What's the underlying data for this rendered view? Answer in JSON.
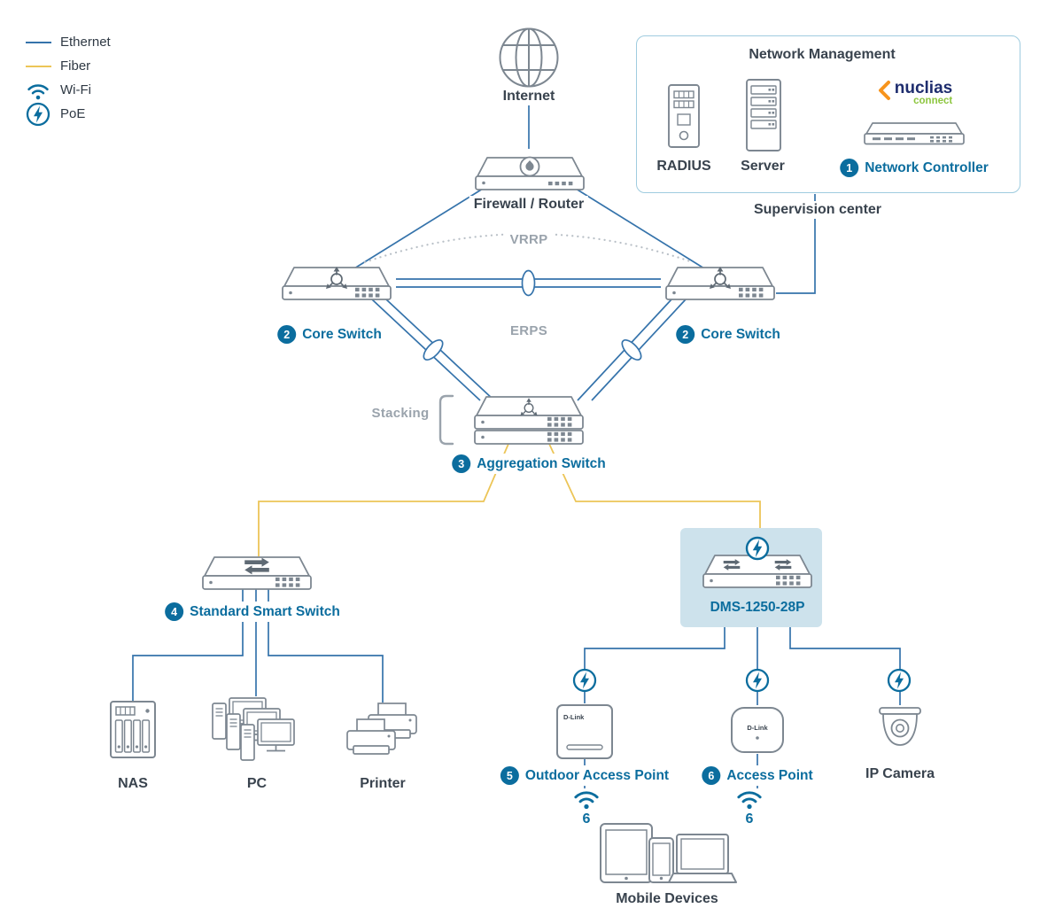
{
  "colors": {
    "ethernet": "#3573ab",
    "fiber": "#ecc557",
    "accent_blue": "#0b6d9e",
    "icon_gray": "#7d8791",
    "highlight_bg": "#cde2ec",
    "nuclias_navy": "#1e2d6e",
    "nuclias_orange": "#f7941d",
    "nuclias_green": "#8dc63f"
  },
  "legend": {
    "ethernet": "Ethernet",
    "fiber": "Fiber",
    "wifi": "Wi-Fi",
    "poe": "PoE"
  },
  "management": {
    "title": "Network Management",
    "radius_label": "RADIUS",
    "server_label": "Server",
    "controller_num": "1",
    "controller_label": "Network Controller",
    "caption": "Supervision center",
    "brand_name": "nuclias",
    "brand_sub": "connect"
  },
  "annotations": {
    "vrrp": "VRRP",
    "erps": "ERPS",
    "stacking": "Stacking"
  },
  "nodes": {
    "internet": "Internet",
    "firewall": "Firewall / Router",
    "core_left_num": "2",
    "core_left_label": "Core Switch",
    "core_right_num": "2",
    "core_right_label": "Core Switch",
    "agg_num": "3",
    "agg_label": "Aggregation Switch",
    "smart_num": "4",
    "smart_label": "Standard Smart Switch",
    "dms_label": "DMS-1250-28P",
    "nas": "NAS",
    "pc": "PC",
    "printer": "Printer",
    "outdoor_num": "5",
    "outdoor_label": "Outdoor Access Point",
    "ap_num": "6",
    "ap_label": "Access Point",
    "camera": "IP Camera",
    "mobile": "Mobile Devices"
  },
  "wifi6_label": "6",
  "device_brand": "D-Link"
}
